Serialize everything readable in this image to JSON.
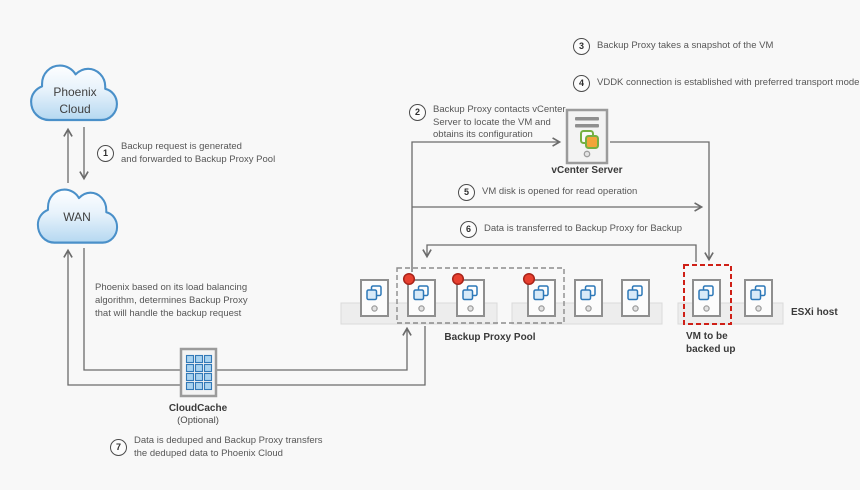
{
  "clouds": {
    "phoenix": {
      "label": "Phoenix\nCloud"
    },
    "wan": {
      "label": "WAN"
    }
  },
  "steps": [
    {
      "num": "1",
      "text": "Backup request is generated\nand forwarded to Backup Proxy Pool"
    },
    {
      "num": "2",
      "text": "Backup Proxy contacts vCenter\nServer to locate the VM and\nobtains its configuration"
    },
    {
      "num": "3",
      "text": "Backup Proxy takes a snapshot of the VM"
    },
    {
      "num": "4",
      "text": "VDDK connection is established with preferred transport mode"
    },
    {
      "num": "5",
      "text": "VM disk is opened for read operation"
    },
    {
      "num": "6",
      "text": "Data is transferred to Backup Proxy for Backup"
    },
    {
      "num": "7",
      "text": "Data is deduped and Backup Proxy transfers\nthe deduped data to Phoenix Cloud"
    }
  ],
  "notes": {
    "load_balancing": "Phoenix based on its load balancing\nalgorithm, determines Backup Proxy\nthat will handle the backup request"
  },
  "labels": {
    "vcenter": "vCenter Server",
    "proxy_pool": "Backup Proxy Pool",
    "vm_backup": "VM to be\nbacked up",
    "esxi": "ESXi host",
    "cloudcache": "CloudCache",
    "cloudcache_optional": "(Optional)"
  },
  "servers": [
    {
      "red_dot": false
    },
    {
      "red_dot": true
    },
    {
      "red_dot": true
    },
    {
      "red_dot": true
    },
    {
      "red_dot": false
    },
    {
      "red_dot": false
    },
    {
      "red_dot": false
    },
    {
      "red_dot": false
    }
  ],
  "colors": {
    "cloud_border_blue": "#4a90c9",
    "cloud_fill_blue": "#bcdcf3",
    "vm_icon_blue": "#2d78b8",
    "active_proxy_red": "#e8402f",
    "vm_backup_dashed_red": "#cf2017",
    "line_gray": "#6b6b6b",
    "vcenter_icon_green": "#76b041",
    "vcenter_icon_orange": "#f2a53a"
  }
}
